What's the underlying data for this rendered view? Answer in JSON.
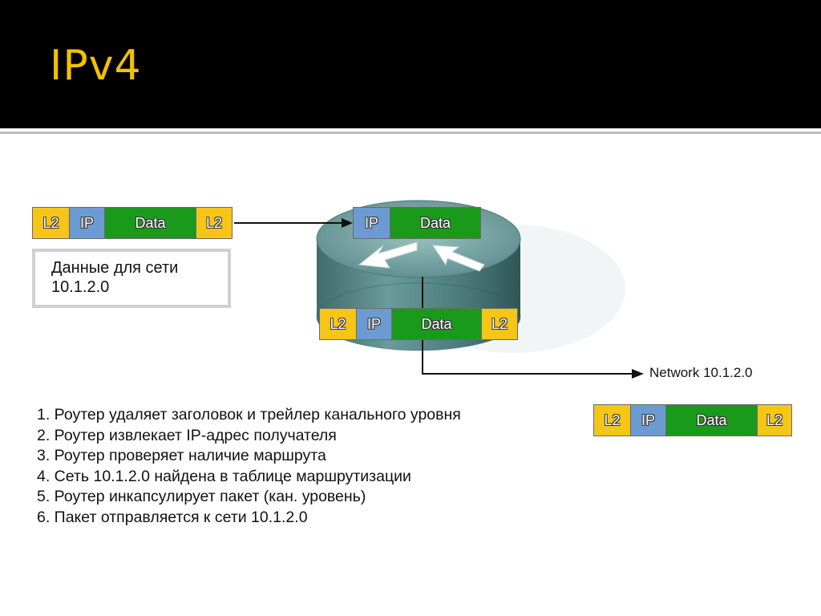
{
  "header": {
    "title": "IPv4",
    "background": "#000000",
    "title_color": "#f3c200"
  },
  "colors": {
    "l2": "#f5c518",
    "ip": "#6c9bd2",
    "data": "#1a9a1a",
    "router": "#5b8a8a"
  },
  "frames": {
    "incoming": [
      "L2",
      "IP",
      "Data",
      "L2"
    ],
    "router_top": [
      "IP",
      "Data"
    ],
    "router_bottom": [
      "L2",
      "IP",
      "Data",
      "L2"
    ],
    "outgoing": [
      "L2",
      "IP",
      "Data",
      "L2"
    ]
  },
  "note": {
    "line1": "Данные для сети",
    "line2": "10.1.2.0"
  },
  "network_label": "Network 10.1.2.0",
  "steps": [
    "1. Роутер удаляет заголовок и трейлер канального уровня",
    "2. Роутер извлекает IP-адрес получателя",
    "3. Роутер проверяет наличие маршрута",
    "4. Сеть 10.1.2.0 найдена в таблице маршрутизации",
    "5. Роутер инкапсулирует пакет (кан. уровень)",
    "6. Пакет отправляется к сети 10.1.2.0"
  ]
}
